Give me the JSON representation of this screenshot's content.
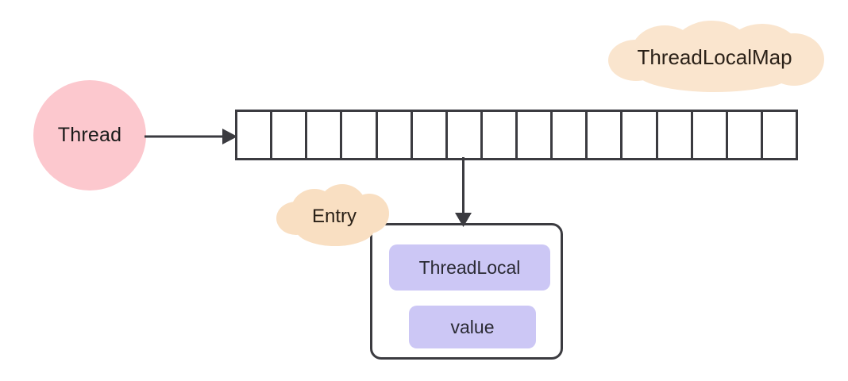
{
  "diagram": {
    "title_concept": "ThreadLocalMap structure",
    "nodes": {
      "thread": {
        "label": "Thread",
        "shape": "circle",
        "color": "#FCC8CE"
      },
      "map_array": {
        "cell_count": 16,
        "cells": [
          "",
          "",
          "",
          "",
          "",
          "",
          "",
          "",
          "",
          "",
          "",
          "",
          "",
          "",
          "",
          ""
        ],
        "stroke_color": "#3b3b40",
        "fill_color": "#ffffff"
      },
      "entry_box": {
        "stroke_color": "#3b3b40",
        "fill_color": "#ffffff",
        "fields": [
          {
            "label": "ThreadLocal",
            "color": "#CCC7F5"
          },
          {
            "label": "value",
            "color": "#CCC7F5"
          }
        ]
      }
    },
    "callouts": [
      {
        "id": "threadlocalmap",
        "label": "ThreadLocalMap",
        "color": "#FAE5CE",
        "target": "map-array"
      },
      {
        "id": "entry",
        "label": "Entry",
        "color": "#F9DFC2",
        "target": "entry-box"
      }
    ],
    "connectors": [
      {
        "id": "thread-to-map",
        "from": "thread",
        "to": "map_array",
        "direction": "right",
        "color": "#3b3b40"
      },
      {
        "id": "map-to-entry",
        "from": "map_array",
        "to": "entry_box",
        "direction": "down",
        "color": "#3b3b40"
      }
    ]
  }
}
